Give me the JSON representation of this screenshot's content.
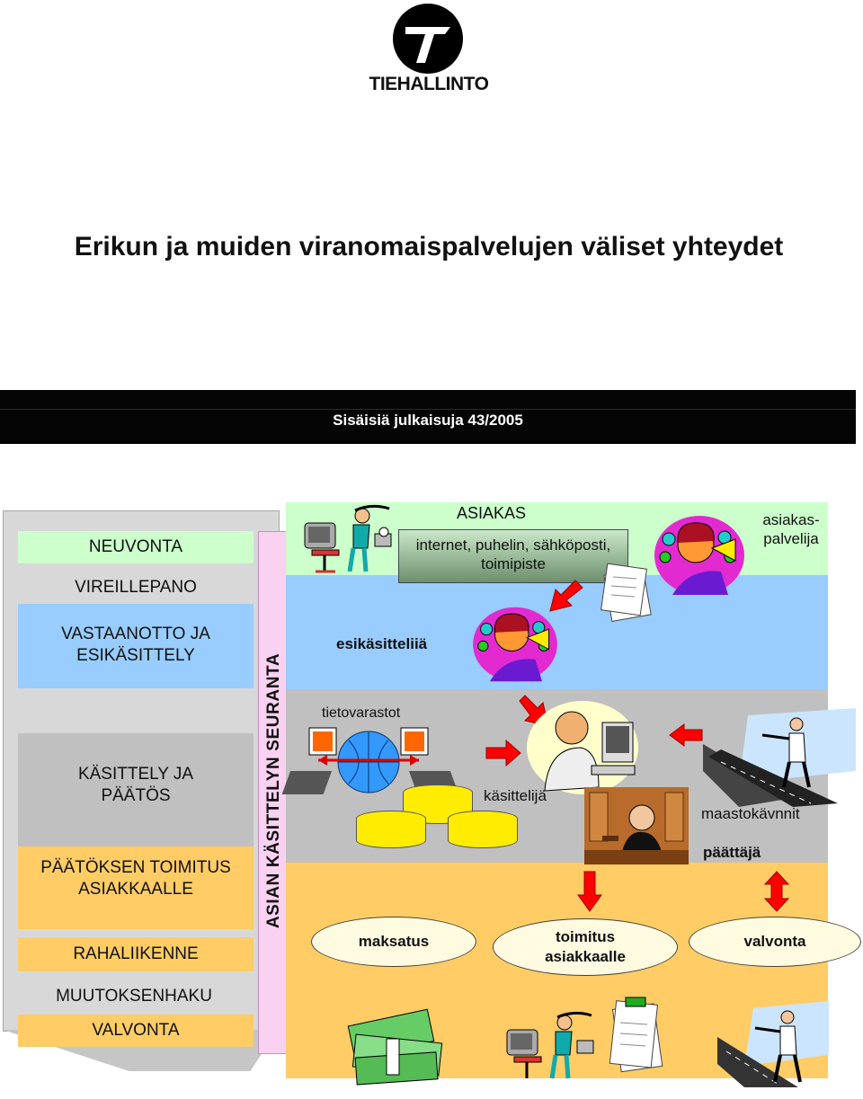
{
  "header": {
    "logo_text": "TIEHALLINTO",
    "title": "Erikun ja muiden viranomaispalvelujen väliset yhteydet",
    "publication": "Sisäisiä julkaisuja 43/2005"
  },
  "stages": [
    "NEUVONTA",
    "VIREILLEPANO",
    "VASTAANOTTO JA ESIKÄSITTELY",
    "KÄSITTELY JA PÄÄTÖS",
    "PÄÄTÖKSEN TOIMITUS ASIAKKAALLE",
    "RAHALIIKENNE",
    "MUUTOKSENHAKU",
    "VALVONTA"
  ],
  "vertical_label": "ASIAN KÄSITTELYN SEURANTA",
  "customer": {
    "title": "ASIAKAS",
    "channels": "internet, puhelin, sähköposti, toimipiste",
    "service_role": "asiakas-palvelija"
  },
  "roles": {
    "preprocessor": "esikäsitteliiä",
    "data_stores": "tietovarastot",
    "handler": "käsittelijä",
    "surveyor": "maastokävnnit",
    "decider": "päättäjä"
  },
  "ellipses": {
    "payment": "maksatus",
    "delivery": "toimitus asiakkaalle",
    "monitoring": "valvonta"
  },
  "colors": {
    "zone_green": "#ccffcc",
    "zone_blue": "#99ccff",
    "zone_gray": "#c0c0c0",
    "zone_orange": "#ffcc66",
    "stage_green": "#ccffcc",
    "stage_blue": "#99ccff",
    "stage_gray": "#c0c0c0",
    "stage_orange": "#ffcc66",
    "arrow_red": "#ff0000",
    "cylinder_yellow": "#ffec00",
    "vertical_bar": "#f9d2f1"
  },
  "icons": [
    "computer-user-icon",
    "speaker-person-icon",
    "documents-icon",
    "globe-network-icon",
    "database-cylinder-icon",
    "office-worker-icon",
    "judge-icon",
    "road-surveyor-icon",
    "money-stack-icon",
    "red-arrow-icon"
  ]
}
